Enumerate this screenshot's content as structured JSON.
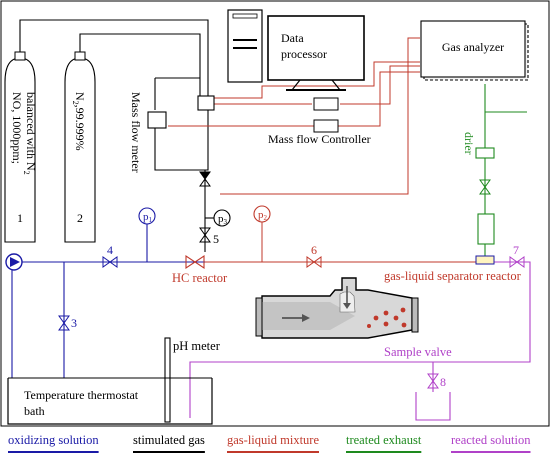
{
  "cylinders": {
    "no": {
      "line1": "NO, 1000ppm;",
      "line2": "balanced with N",
      "sub": "2",
      "number": "1"
    },
    "n2": {
      "formula": "N",
      "sub": "2",
      "purity": ",99.999%",
      "number": "2"
    }
  },
  "devices": {
    "data_processor": [
      "Data",
      "processor"
    ],
    "gas_analyzer": "Gas analyzer",
    "mass_flow_meter": "Mass flow meter",
    "mass_flow_controller": "Mass flow Controller",
    "drier": "drier",
    "hc_reactor": "HC reactor",
    "separator": "gas-liquid separator reactor",
    "ph_meter": "pH meter",
    "sample_valve": "Sample valve",
    "thermostat_bath": [
      "Temperature thermostat",
      "bath"
    ]
  },
  "gauges": {
    "p1": {
      "letter": "p",
      "sub": "1"
    },
    "p2": {
      "letter": "p",
      "sub": "2"
    },
    "p3": {
      "letter": "p",
      "sub": "3"
    }
  },
  "valve_numbers": [
    "3",
    "4",
    "5",
    "6",
    "7",
    "8"
  ],
  "legend": [
    {
      "label": "oxidizing solution",
      "color": "#1a1aa6"
    },
    {
      "label": "stimulated gas",
      "color": "#000000"
    },
    {
      "label": "gas-liquid mixture",
      "color": "#c0392b"
    },
    {
      "label": "treated exhaust",
      "color": "#1e8a1e"
    },
    {
      "label": "reacted solution",
      "color": "#b041c8"
    }
  ],
  "colors": {
    "oxidizing": "#1a1aa6",
    "gas": "#000000",
    "mixture": "#c0392b",
    "exhaust": "#1e8a1e",
    "reacted": "#b041c8"
  }
}
